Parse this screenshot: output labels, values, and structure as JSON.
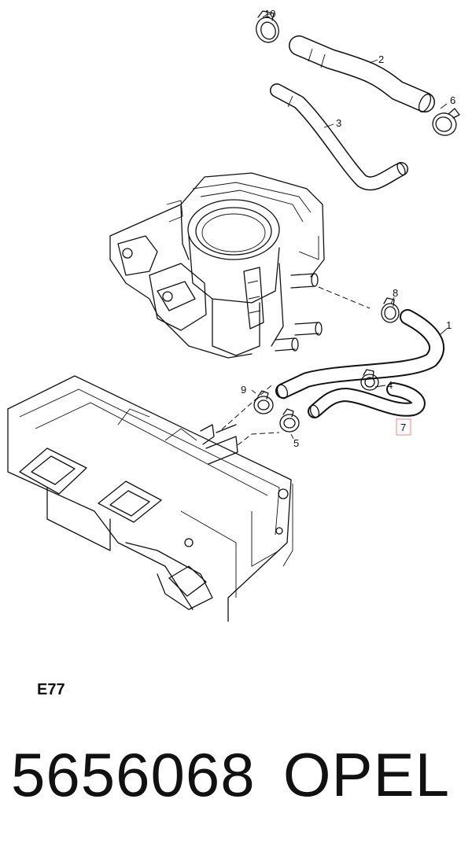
{
  "callouts": [
    {
      "id": "1",
      "text": "1"
    },
    {
      "id": "2",
      "text": "2"
    },
    {
      "id": "3",
      "text": "3"
    },
    {
      "id": "4",
      "text": "4"
    },
    {
      "id": "5",
      "text": "5"
    },
    {
      "id": "6",
      "text": "6"
    },
    {
      "id": "7",
      "text": "7"
    },
    {
      "id": "8",
      "text": "8"
    },
    {
      "id": "9",
      "text": "9"
    },
    {
      "id": "10",
      "text": "10"
    }
  ],
  "highlighted_callout": "7",
  "highlight_color": "#e88a8a",
  "diagram_code": "E77",
  "part_number": "5656068",
  "brand": "OPEL"
}
